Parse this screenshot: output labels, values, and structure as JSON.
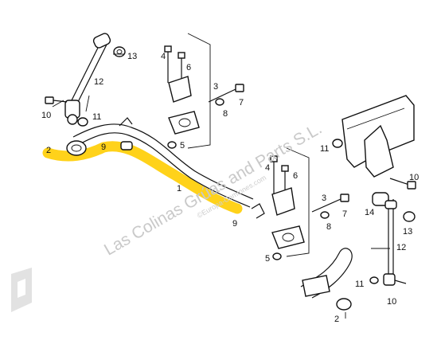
{
  "diagram": {
    "callouts": {
      "n1": "1",
      "n2a": "2",
      "n2b": "2",
      "n3a": "3",
      "n3b": "3",
      "n4a": "4",
      "n4b": "4",
      "n5a": "5",
      "n5b": "5",
      "n6a": "6",
      "n6b": "6",
      "n7a": "7",
      "n7b": "7",
      "n8a": "8",
      "n8b": "8",
      "n9a": "9",
      "n9b": "9",
      "n10a": "10",
      "n10b": "10",
      "n10c": "10",
      "n11a": "11",
      "n11b": "11",
      "n11c": "11",
      "n12a": "12",
      "n12b": "12",
      "n13a": "13",
      "n13b": "13",
      "n14": "14"
    },
    "watermark": {
      "main": "Las Colinas Grúas and Parts S.L.",
      "sub": "©Europa-Camiones.com"
    },
    "colors": {
      "highlight": "#ffd21a",
      "ink": "#111111",
      "watermark": "#c9c9c9"
    }
  }
}
